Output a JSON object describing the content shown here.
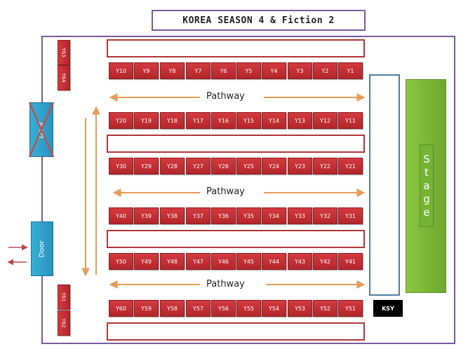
{
  "title": "KOREA SEASON 4 & Fiction 2",
  "stage": {
    "letters": [
      "S",
      "t",
      "a",
      "g",
      "e"
    ]
  },
  "pathways": [
    "Pathway",
    "Pathway",
    "Pathway"
  ],
  "seat_rows": [
    [
      "Y10",
      "Y9",
      "Y8",
      "Y7",
      "Y6",
      "Y5",
      "Y4",
      "Y3",
      "Y2",
      "Y1"
    ],
    [
      "Y20",
      "Y19",
      "Y18",
      "Y17",
      "Y16",
      "Y15",
      "Y14",
      "Y13",
      "Y12",
      "Y11"
    ],
    [
      "Y30",
      "Y29",
      "Y28",
      "Y27",
      "Y26",
      "Y25",
      "Y24",
      "Y23",
      "Y22",
      "Y21"
    ],
    [
      "Y40",
      "Y39",
      "Y38",
      "Y37",
      "Y36",
      "Y35",
      "Y34",
      "Y33",
      "Y32",
      "Y31"
    ],
    [
      "Y50",
      "Y49",
      "Y48",
      "Y47",
      "Y46",
      "Y45",
      "Y44",
      "Y43",
      "Y42",
      "Y41"
    ],
    [
      "Y60",
      "Y59",
      "Y58",
      "Y57",
      "Y56",
      "Y55",
      "Y54",
      "Y53",
      "Y52",
      "Y51"
    ]
  ],
  "side_seats_top": [
    "Y63",
    "Y64"
  ],
  "side_seats_bottom": [
    "Y61",
    "Y62"
  ],
  "ksy_label": "KSY",
  "doors": {
    "closed_label": "Door",
    "open_label": "Door"
  },
  "colors": {
    "seat": "#c5302f",
    "stage": "#7dba35",
    "door": "#31a6d1",
    "arrow": "#e79a5a",
    "room_border": "#7a5a9a"
  }
}
